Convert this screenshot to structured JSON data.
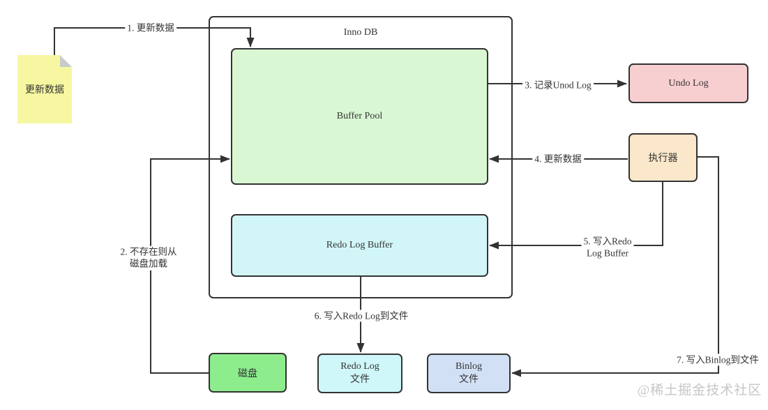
{
  "note": {
    "label": "更新数据"
  },
  "innodb": {
    "title": "Inno DB",
    "buffer_pool_label": "Buffer Pool",
    "redo_log_buffer_label": "Redo Log Buffer"
  },
  "boxes": {
    "undo_log": "Undo Log",
    "executor": "执行器",
    "disk": "磁盘",
    "redo_log_file_line1": "Redo Log",
    "redo_log_file_line2": "文件",
    "binlog_file_line1": "Binlog",
    "binlog_file_line2": "文件"
  },
  "arrow_labels": {
    "step1": "1. 更新数据",
    "step2_line1": "2. 不存在则从",
    "step2_line2": "磁盘加载",
    "step3": "3. 记录Unod Log",
    "step4": "4. 更新数据",
    "step5_line1": "5. 写入Redo",
    "step5_line2": "Log Buffer",
    "step6": "6. 写入Redo Log到文件",
    "step7": "7. 写入Binlog到文件"
  },
  "watermark": "@稀土掘金技术社区",
  "colors": {
    "line": "#333333",
    "note_fill": "#F7F7A2",
    "note_fold": "#C6CBCE",
    "buffer_pool_fill": "#D9F7D3",
    "redo_log_buffer_fill": "#D2F6F8",
    "undo_log_fill": "#F8CFD1",
    "executor_fill": "#FBE7C9",
    "disk_fill": "#8DED8D",
    "redo_log_file_fill": "#CFF6F8",
    "binlog_file_fill": "#D2E0F6",
    "watermark_color": "#C6C6C6"
  }
}
